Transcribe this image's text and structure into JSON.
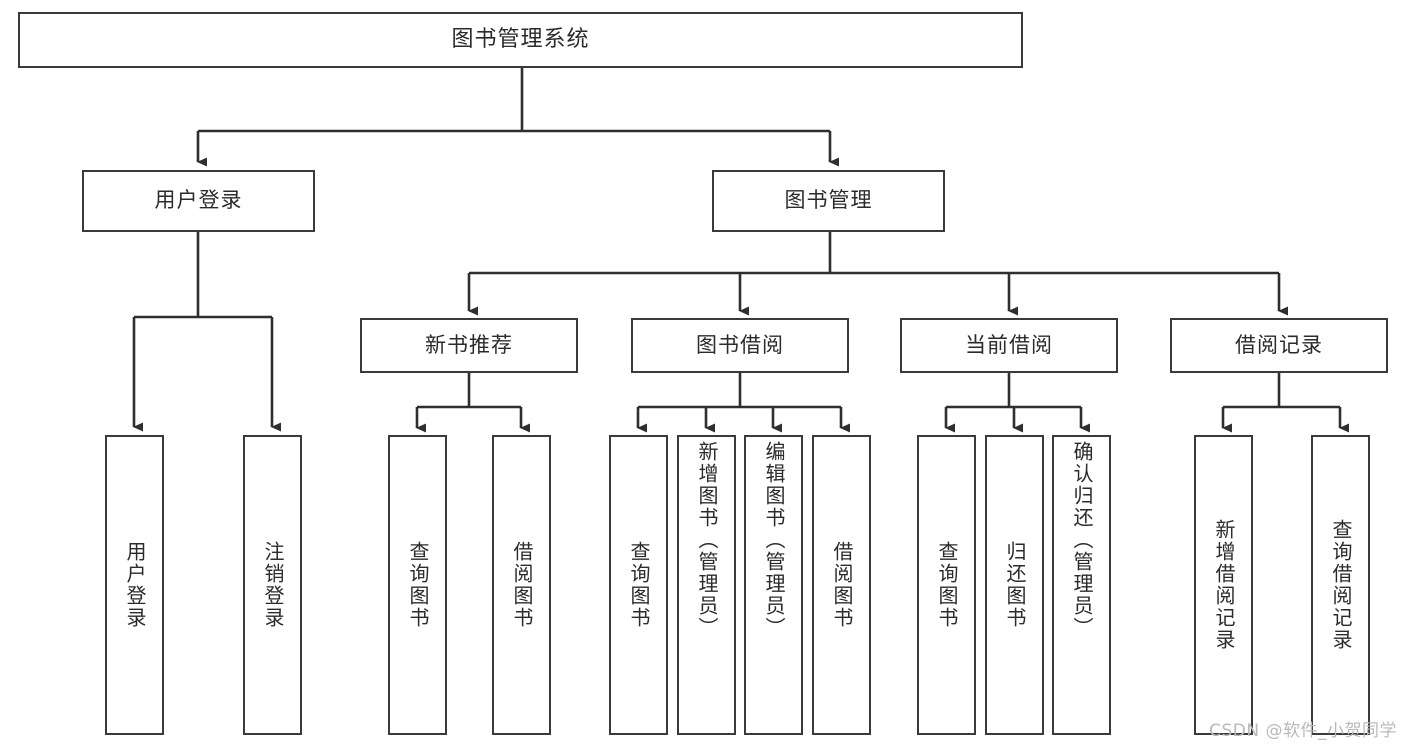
{
  "diagram": {
    "type": "tree-hierarchy",
    "title": "图书管理系统",
    "orientation": "top-down",
    "colors": {
      "box_border": "#3a3a3a",
      "box_fill": "#ffffff",
      "connector": "#2f2f2f",
      "text": "#2b2b2b",
      "watermark": "#b9b9b9"
    },
    "root": {
      "id": "root",
      "label": "图书管理系统",
      "orientation": "horizontal"
    },
    "level2": [
      {
        "id": "user-login",
        "label": "用户登录",
        "orientation": "horizontal",
        "children": [
          {
            "id": "login",
            "label": "用户登录",
            "orientation": "vertical"
          },
          {
            "id": "logout",
            "label": "注销登录",
            "orientation": "vertical"
          }
        ]
      },
      {
        "id": "book-manage",
        "label": "图书管理",
        "orientation": "horizontal",
        "children": [
          {
            "id": "new-book-recommend",
            "label": "新书推荐",
            "orientation": "horizontal",
            "children": [
              {
                "id": "query-book-1",
                "label": "查询图书",
                "orientation": "vertical"
              },
              {
                "id": "borrow-book-1",
                "label": "借阅图书",
                "orientation": "vertical"
              }
            ]
          },
          {
            "id": "book-borrow",
            "label": "图书借阅",
            "orientation": "horizontal",
            "children": [
              {
                "id": "query-book-2",
                "label": "查询图书",
                "orientation": "vertical"
              },
              {
                "id": "add-book",
                "label": "新增图书（管理员）",
                "orientation": "vertical"
              },
              {
                "id": "edit-book",
                "label": "编辑图书（管理员）",
                "orientation": "vertical"
              },
              {
                "id": "borrow-book-2",
                "label": "借阅图书",
                "orientation": "vertical"
              }
            ]
          },
          {
            "id": "current-borrow",
            "label": "当前借阅",
            "orientation": "horizontal",
            "children": [
              {
                "id": "query-book-3",
                "label": "查询图书",
                "orientation": "vertical"
              },
              {
                "id": "return-book",
                "label": "归还图书",
                "orientation": "vertical"
              },
              {
                "id": "confirm-return",
                "label": "确认归还（管理员）",
                "orientation": "vertical"
              }
            ]
          },
          {
            "id": "borrow-record",
            "label": "借阅记录",
            "orientation": "horizontal",
            "children": [
              {
                "id": "add-record",
                "label": "新增借阅记录",
                "orientation": "vertical"
              },
              {
                "id": "query-record",
                "label": "查询借阅记录",
                "orientation": "vertical"
              }
            ]
          }
        ]
      }
    ]
  },
  "watermark": {
    "text": "CSDN @软件_小贺同学"
  }
}
